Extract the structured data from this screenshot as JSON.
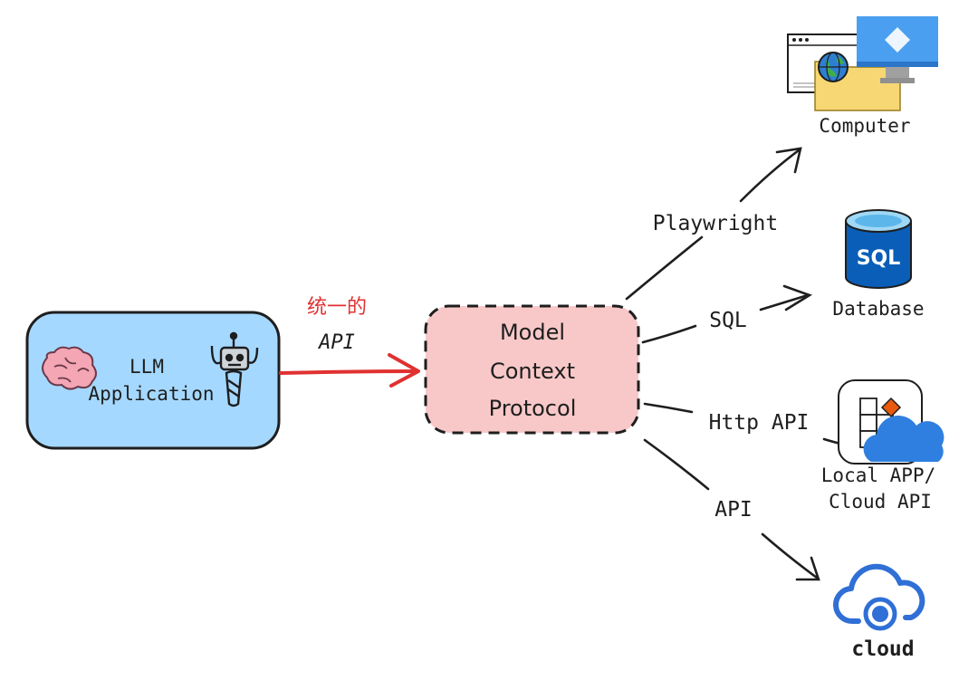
{
  "nodes": {
    "llm_app": {
      "line1": "LLM",
      "line2": "Application",
      "fill": "#a5d8ff"
    },
    "mcp": {
      "line1": "Model",
      "line2": "Context",
      "line3": "Protocol",
      "fill": "#f8c8c8"
    },
    "computer": {
      "label": "Computer"
    },
    "database": {
      "label": "Database",
      "icon_text": "SQL"
    },
    "local_app": {
      "line1": "Local APP/",
      "line2": "Cloud API"
    },
    "cloud": {
      "label": "cloud"
    }
  },
  "edges": {
    "unified": {
      "line1": "统一的",
      "line2": "API",
      "color": "#e03131"
    },
    "playwright": {
      "label": "Playwright"
    },
    "sql": {
      "label": "SQL"
    },
    "http_api": {
      "label": "Http API"
    },
    "api": {
      "label": "API"
    }
  },
  "icons": [
    "brain-icon",
    "robot-icon",
    "browser-window-icon",
    "globe-icon",
    "folder-icon",
    "monitor-icon",
    "sql-database-icon",
    "app-tiles-icon",
    "cloud-icon",
    "cloud-network-icon"
  ],
  "colors": {
    "ink": "#1e1e1e",
    "accent_red": "#e03131",
    "llm_fill": "#a5d8ff",
    "mcp_fill": "#f8c8c8",
    "azure_blue": "#0078d4",
    "cloud_blue": "#2f6fd6"
  }
}
